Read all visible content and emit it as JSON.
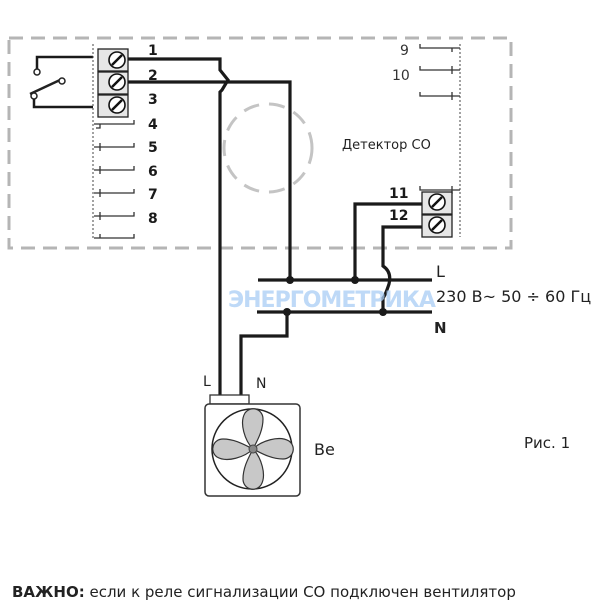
{
  "diagram": {
    "detector_label": "Детектор СО",
    "left_terminals": [
      "1",
      "2",
      "3",
      "4",
      "5",
      "6",
      "7",
      "8"
    ],
    "right_terminals_top": [
      "9",
      "10"
    ],
    "right_terminals_bottom": [
      "11",
      "12"
    ],
    "bus_line_label": "L",
    "bus_neutral_label": "N",
    "supply_label": "230 В~ 50 ÷ 60 Гц",
    "fan_line_label": "L",
    "fan_neutral_label": "N",
    "fan_label": "Ве",
    "figure_label": "Рис. 1",
    "watermark": "ЭНЕРГОМЕТРИКА"
  },
  "note": {
    "prefix": "ВАЖНО:",
    "text": " если к реле сигнализации СО подключен вентилятор"
  }
}
